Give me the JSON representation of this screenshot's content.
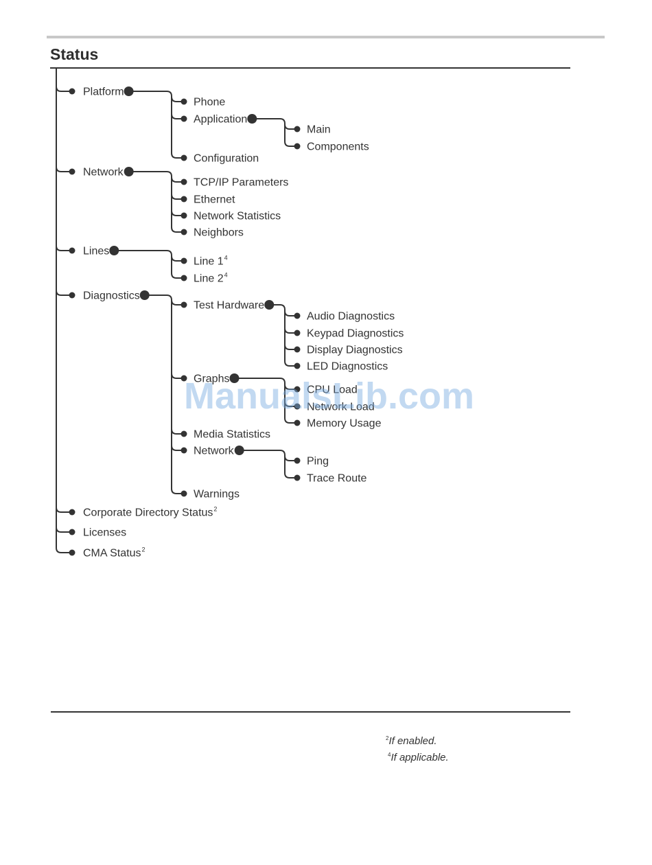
{
  "title": "Status",
  "watermark": "ManualsLib.com",
  "colors": {
    "line": "#333333",
    "text": "#333333",
    "watermark": "#78aae1"
  },
  "tree": {
    "label": "Status",
    "children": [
      {
        "label": "Platform",
        "children": [
          {
            "label": "Phone"
          },
          {
            "label": "Application",
            "children": [
              {
                "label": "Main"
              },
              {
                "label": "Components"
              }
            ]
          },
          {
            "label": "Configuration"
          }
        ]
      },
      {
        "label": "Network",
        "children": [
          {
            "label": "TCP/IP Parameters"
          },
          {
            "label": "Ethernet"
          },
          {
            "label": "Network Statistics"
          },
          {
            "label": "Neighbors"
          }
        ]
      },
      {
        "label": "Lines",
        "children": [
          {
            "label": "Line 1",
            "note": "4"
          },
          {
            "label": "Line 2",
            "note": "4"
          }
        ]
      },
      {
        "label": "Diagnostics",
        "children": [
          {
            "label": "Test Hardware",
            "children": [
              {
                "label": "Audio Diagnostics"
              },
              {
                "label": "Keypad Diagnostics"
              },
              {
                "label": "Display Diagnostics"
              },
              {
                "label": "LED Diagnostics"
              }
            ]
          },
          {
            "label": "Graphs",
            "children": [
              {
                "label": "CPU Load"
              },
              {
                "label": "Network Load"
              },
              {
                "label": "Memory Usage"
              }
            ]
          },
          {
            "label": "Media Statistics"
          },
          {
            "label": "Network",
            "children": [
              {
                "label": "Ping"
              },
              {
                "label": "Trace Route"
              }
            ]
          },
          {
            "label": "Warnings"
          }
        ]
      },
      {
        "label": "Corporate Directory Status",
        "note": "2"
      },
      {
        "label": "Licenses"
      },
      {
        "label": "CMA Status",
        "note": "2"
      }
    ]
  },
  "footnotes": [
    {
      "mark": "2",
      "text": "If enabled."
    },
    {
      "mark": "4",
      "text": "If applicable."
    }
  ]
}
